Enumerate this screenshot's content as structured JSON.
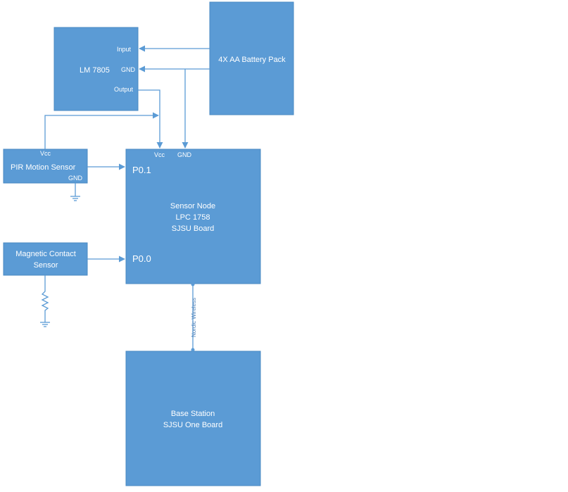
{
  "blocks": {
    "lm7805": {
      "title": "LM 7805",
      "pins": {
        "input": "Input",
        "gnd": "GND",
        "output": "Output"
      }
    },
    "battery": {
      "title": "4X AA Battery Pack"
    },
    "pir": {
      "title": "PIR Motion Sensor",
      "pins": {
        "vcc": "Vcc",
        "gnd": "GND"
      }
    },
    "magnetic": {
      "title_line1": "Magnetic Contact",
      "title_line2": "Sensor"
    },
    "sensor_node": {
      "line1": "Sensor Node",
      "line2": "LPC 1758",
      "line3": "SJSU Board",
      "pins": {
        "vcc": "Vcc",
        "gnd": "GND",
        "p01": "P0.1",
        "p00": "P0.0"
      }
    },
    "base_station": {
      "line1": "Base Station",
      "line2": "SJSU One Board"
    }
  },
  "links": {
    "wireless": "Nordic Wireless"
  },
  "colors": {
    "block": "#5b9bd5",
    "wire": "#5b9bd5",
    "text": "#ffffff"
  }
}
